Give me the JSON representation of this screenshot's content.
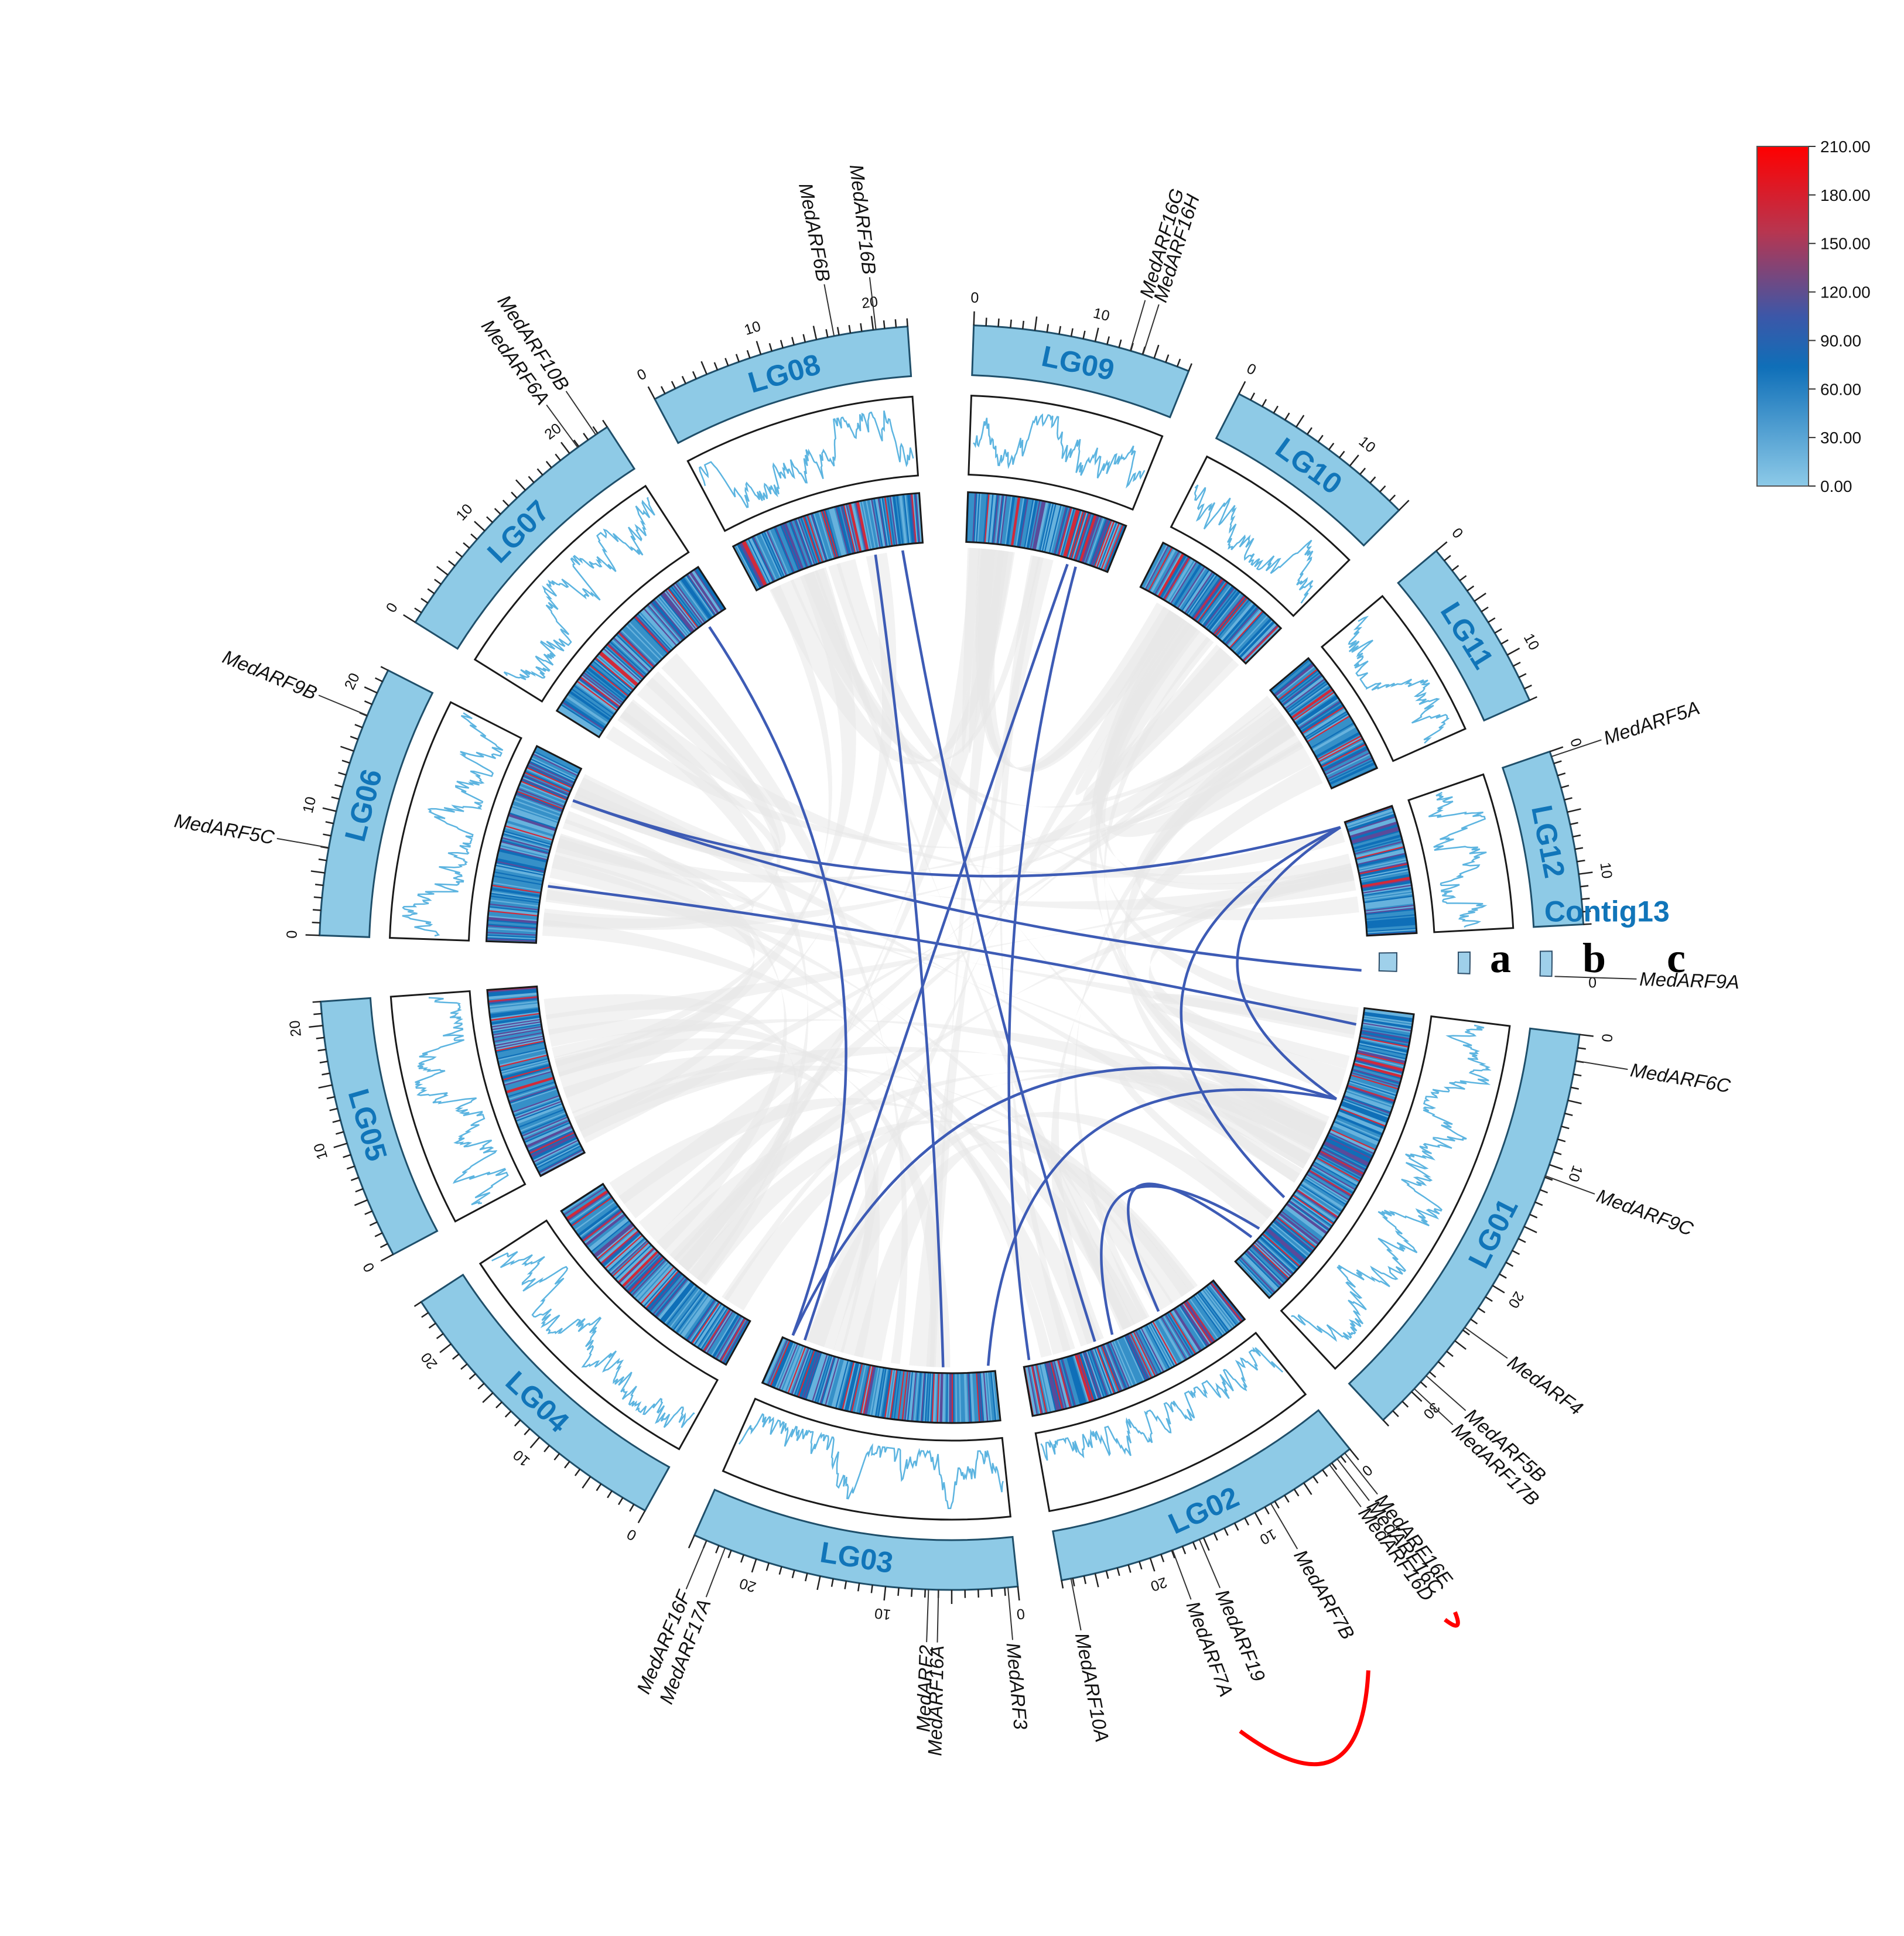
{
  "diagram": {
    "type": "circos-synteny",
    "chromosomes": [
      {
        "id": "LG01",
        "label": "LG01",
        "ticks": [
          "0",
          "10",
          "20",
          "30"
        ]
      },
      {
        "id": "LG02",
        "label": "LG02",
        "ticks": [
          "0",
          "10",
          "20"
        ]
      },
      {
        "id": "LG03",
        "label": "LG03",
        "ticks": [
          "0",
          "10",
          "20"
        ]
      },
      {
        "id": "LG04",
        "label": "LG04",
        "ticks": [
          "0",
          "10",
          "20"
        ]
      },
      {
        "id": "LG05",
        "label": "LG05",
        "ticks": [
          "0",
          "10",
          "20"
        ]
      },
      {
        "id": "LG06",
        "label": "LG06",
        "ticks": [
          "0",
          "10",
          "20"
        ]
      },
      {
        "id": "LG07",
        "label": "LG07",
        "ticks": [
          "0",
          "10",
          "20"
        ]
      },
      {
        "id": "LG08",
        "label": "LG08",
        "ticks": [
          "0",
          "10",
          "20"
        ]
      },
      {
        "id": "LG09",
        "label": "LG09",
        "ticks": [
          "0",
          "10"
        ]
      },
      {
        "id": "LG10",
        "label": "LG10",
        "ticks": [
          "0",
          "10"
        ]
      },
      {
        "id": "LG11",
        "label": "LG11",
        "ticks": [
          "0",
          "10"
        ]
      },
      {
        "id": "LG12",
        "label": "LG12",
        "ticks": [
          "0",
          "10"
        ]
      },
      {
        "id": "Contig13",
        "label": "Contig13",
        "ticks": [
          "0"
        ]
      }
    ],
    "genes": [
      {
        "name": "MedARF6C",
        "chr": "LG01"
      },
      {
        "name": "MedARF9C",
        "chr": "LG01"
      },
      {
        "name": "MedARF4",
        "chr": "LG01"
      },
      {
        "name": "MedARF5B",
        "chr": "LG01"
      },
      {
        "name": "MedARF17B",
        "chr": "LG01"
      },
      {
        "name": "MedARF16E",
        "chr": "LG02"
      },
      {
        "name": "MedARF16C",
        "chr": "LG02"
      },
      {
        "name": "MedARF16D",
        "chr": "LG02"
      },
      {
        "name": "MedARF7B",
        "chr": "LG02"
      },
      {
        "name": "MedARF19",
        "chr": "LG02"
      },
      {
        "name": "MedARF7A",
        "chr": "LG02"
      },
      {
        "name": "MedARF10A",
        "chr": "LG02"
      },
      {
        "name": "MedARF3",
        "chr": "LG03"
      },
      {
        "name": "MedARF16A",
        "chr": "LG03"
      },
      {
        "name": "MedARF2",
        "chr": "LG03"
      },
      {
        "name": "MedARF17A",
        "chr": "LG03"
      },
      {
        "name": "MedARF16F",
        "chr": "LG03"
      },
      {
        "name": "MedARF5C",
        "chr": "LG06"
      },
      {
        "name": "MedARF9B",
        "chr": "LG06"
      },
      {
        "name": "MedARF6A",
        "chr": "LG07"
      },
      {
        "name": "MedARF10B",
        "chr": "LG07"
      },
      {
        "name": "MedARF6B",
        "chr": "LG08"
      },
      {
        "name": "MedARF16B",
        "chr": "LG08"
      },
      {
        "name": "MedARF16G",
        "chr": "LG09"
      },
      {
        "name": "MedARF16H",
        "chr": "LG09"
      },
      {
        "name": "MedARF5A",
        "chr": "LG12"
      },
      {
        "name": "MedARF9A",
        "chr": "Contig13"
      }
    ],
    "track_letters": [
      "a",
      "b",
      "c"
    ],
    "legend": {
      "labels": [
        "210.00",
        "180.00",
        "150.00",
        "120.00",
        "90.00",
        "60.00",
        "30.00",
        "0.00"
      ],
      "colors": [
        "#ff0000",
        "#d12a3a",
        "#9b3a6a",
        "#5a4a9a",
        "#0f6fb8",
        "#3690c8",
        "#67b2dd",
        "#8dcae8"
      ]
    },
    "colors": {
      "ideogram": "#8ecae6",
      "ideogram_stroke": "#1f4f6a",
      "chr_label": "#1175b9",
      "density_line": "#5cb4e0",
      "synteny_link": "#3d5bb5",
      "tandem_link": "#ff0000",
      "background_link": "#e8e8e8"
    }
  }
}
